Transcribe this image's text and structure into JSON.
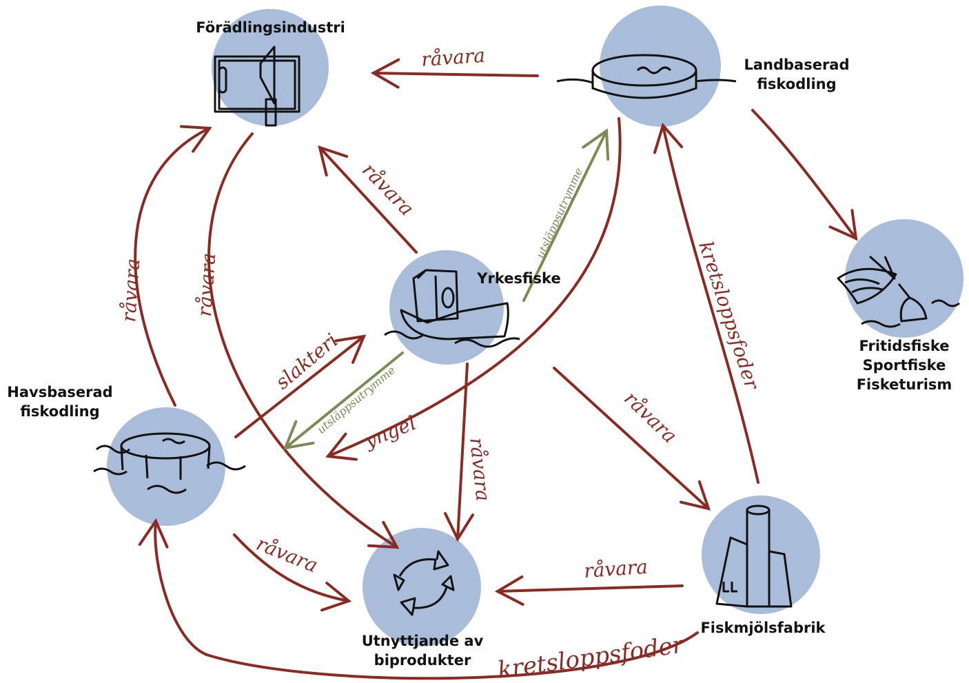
{
  "colors": {
    "circle": "#a9bcd9",
    "flow": "#8b2a22",
    "emission": "#7d8a55",
    "ink": "#111111"
  },
  "nodes": {
    "foradling": {
      "label_lines": [
        "Förädlingsindustri"
      ],
      "icon": "factory-machine-icon"
    },
    "landbaserad": {
      "label_lines": [
        "Landbaserad",
        "fiskodling"
      ],
      "icon": "land-tank-icon"
    },
    "yrkesfiske": {
      "label_lines": [
        "Yrkesfiske"
      ],
      "icon": "fishing-boat-icon"
    },
    "fritid": {
      "label_lines": [
        "Fritidsfiske",
        "Sportfiske",
        "Fisketurism"
      ],
      "icon": "fishing-rod-icon"
    },
    "havsbaserad": {
      "label_lines": [
        "Havsbaserad",
        "fiskodling"
      ],
      "icon": "sea-cage-icon"
    },
    "utnyttjande": {
      "label_lines": [
        "Utnyttjande av",
        "biprodukter"
      ],
      "icon": "recycle-icon"
    },
    "fiskmjol": {
      "label_lines": [
        "Fiskmjölsfabrik"
      ],
      "icon": "fishmeal-factory-icon"
    }
  },
  "flow_labels": {
    "ravara": "råvara",
    "slakteri": "slakteri",
    "utslapp": "utsläppsutrymme",
    "yngel": "yngel",
    "kretslopp": "kretsloppsfoder"
  }
}
